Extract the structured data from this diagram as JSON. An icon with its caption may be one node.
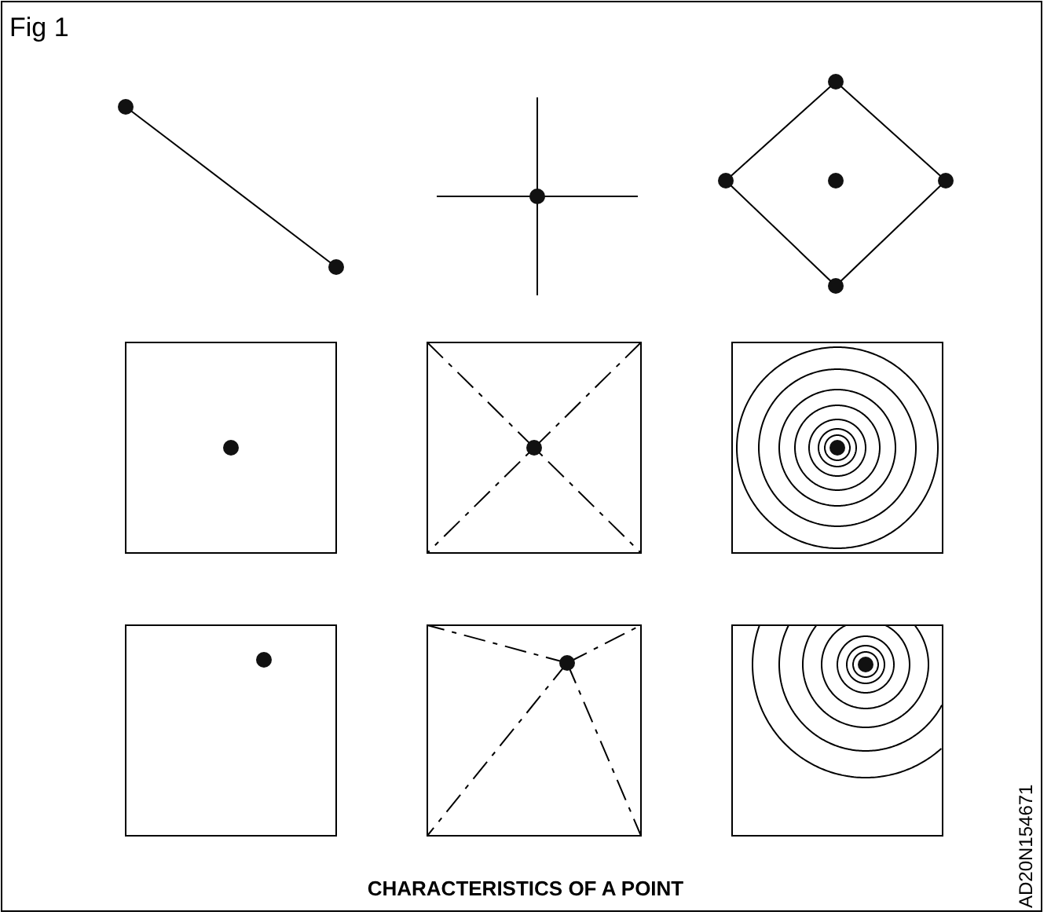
{
  "diagram": {
    "title": "Fig 1",
    "caption": "CHARACTERISTICS OF A POINT",
    "labels": [
      "AD20N154671"
    ]
  }
}
